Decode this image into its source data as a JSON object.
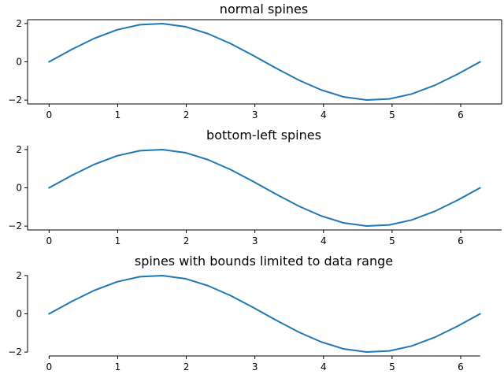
{
  "chart_data": [
    {
      "type": "line",
      "title": "normal spines",
      "xlabel": "",
      "ylabel": "",
      "xlim": [
        -0.314,
        6.597
      ],
      "ylim": [
        -2.2,
        2.2
      ],
      "xticks": [
        0,
        1,
        2,
        3,
        4,
        5,
        6
      ],
      "xtick_labels": [
        "0",
        "1",
        "2",
        "3",
        "4",
        "5",
        "6"
      ],
      "yticks": [
        -2,
        0,
        2
      ],
      "ytick_labels": [
        "−2",
        "0",
        "2"
      ],
      "spines": "all",
      "grid": false,
      "series": [
        {
          "color": "#1f77b4",
          "x": [
            0,
            0.3307,
            0.6614,
            0.9921,
            1.3228,
            1.6535,
            1.9842,
            2.3149,
            2.6456,
            2.9762,
            3.3069,
            3.6376,
            3.9683,
            4.299,
            4.6297,
            4.9604,
            5.2911,
            5.6218,
            5.9525,
            6.2832
          ],
          "y": [
            0,
            0.649,
            1.228,
            1.673,
            1.939,
            1.993,
            1.837,
            1.47,
            0.951,
            0.329,
            -0.329,
            -0.951,
            -1.47,
            -1.837,
            -1.993,
            -1.939,
            -1.673,
            -1.228,
            -0.649,
            0
          ]
        }
      ]
    },
    {
      "type": "line",
      "title": "bottom-left spines",
      "xlabel": "",
      "ylabel": "",
      "xlim": [
        -0.314,
        6.597
      ],
      "ylim": [
        -2.2,
        2.2
      ],
      "xticks": [
        0,
        1,
        2,
        3,
        4,
        5,
        6
      ],
      "xtick_labels": [
        "0",
        "1",
        "2",
        "3",
        "4",
        "5",
        "6"
      ],
      "yticks": [
        -2,
        0,
        2
      ],
      "ytick_labels": [
        "−2",
        "0",
        "2"
      ],
      "spines": "bottom-left",
      "grid": false,
      "series": [
        {
          "color": "#1f77b4",
          "x": [
            0,
            0.3307,
            0.6614,
            0.9921,
            1.3228,
            1.6535,
            1.9842,
            2.3149,
            2.6456,
            2.9762,
            3.3069,
            3.6376,
            3.9683,
            4.299,
            4.6297,
            4.9604,
            5.2911,
            5.6218,
            5.9525,
            6.2832
          ],
          "y": [
            0,
            0.649,
            1.228,
            1.673,
            1.939,
            1.993,
            1.837,
            1.47,
            0.951,
            0.329,
            -0.329,
            -0.951,
            -1.47,
            -1.837,
            -1.993,
            -1.939,
            -1.673,
            -1.228,
            -0.649,
            0
          ]
        }
      ]
    },
    {
      "type": "line",
      "title": "spines with bounds limited to data range",
      "xlabel": "",
      "ylabel": "",
      "xlim": [
        -0.314,
        6.597
      ],
      "ylim": [
        -2.2,
        2.2
      ],
      "xticks": [
        0,
        1,
        2,
        3,
        4,
        5,
        6
      ],
      "xtick_labels": [
        "0",
        "1",
        "2",
        "3",
        "4",
        "5",
        "6"
      ],
      "yticks": [
        -2,
        0,
        2
      ],
      "ytick_labels": [
        "−2",
        "0",
        "2"
      ],
      "spines": "bounded",
      "spine_bounds": {
        "x": [
          0,
          6.2832
        ],
        "y": [
          -2,
          2
        ]
      },
      "grid": false,
      "series": [
        {
          "color": "#1f77b4",
          "x": [
            0,
            0.3307,
            0.6614,
            0.9921,
            1.3228,
            1.6535,
            1.9842,
            2.3149,
            2.6456,
            2.9762,
            3.3069,
            3.6376,
            3.9683,
            4.299,
            4.6297,
            4.9604,
            5.2911,
            5.6218,
            5.9525,
            6.2832
          ],
          "y": [
            0,
            0.649,
            1.228,
            1.673,
            1.939,
            1.993,
            1.837,
            1.47,
            0.951,
            0.329,
            -0.329,
            -0.951,
            -1.47,
            -1.837,
            -1.993,
            -1.939,
            -1.673,
            -1.228,
            -0.649,
            0
          ]
        }
      ]
    }
  ]
}
